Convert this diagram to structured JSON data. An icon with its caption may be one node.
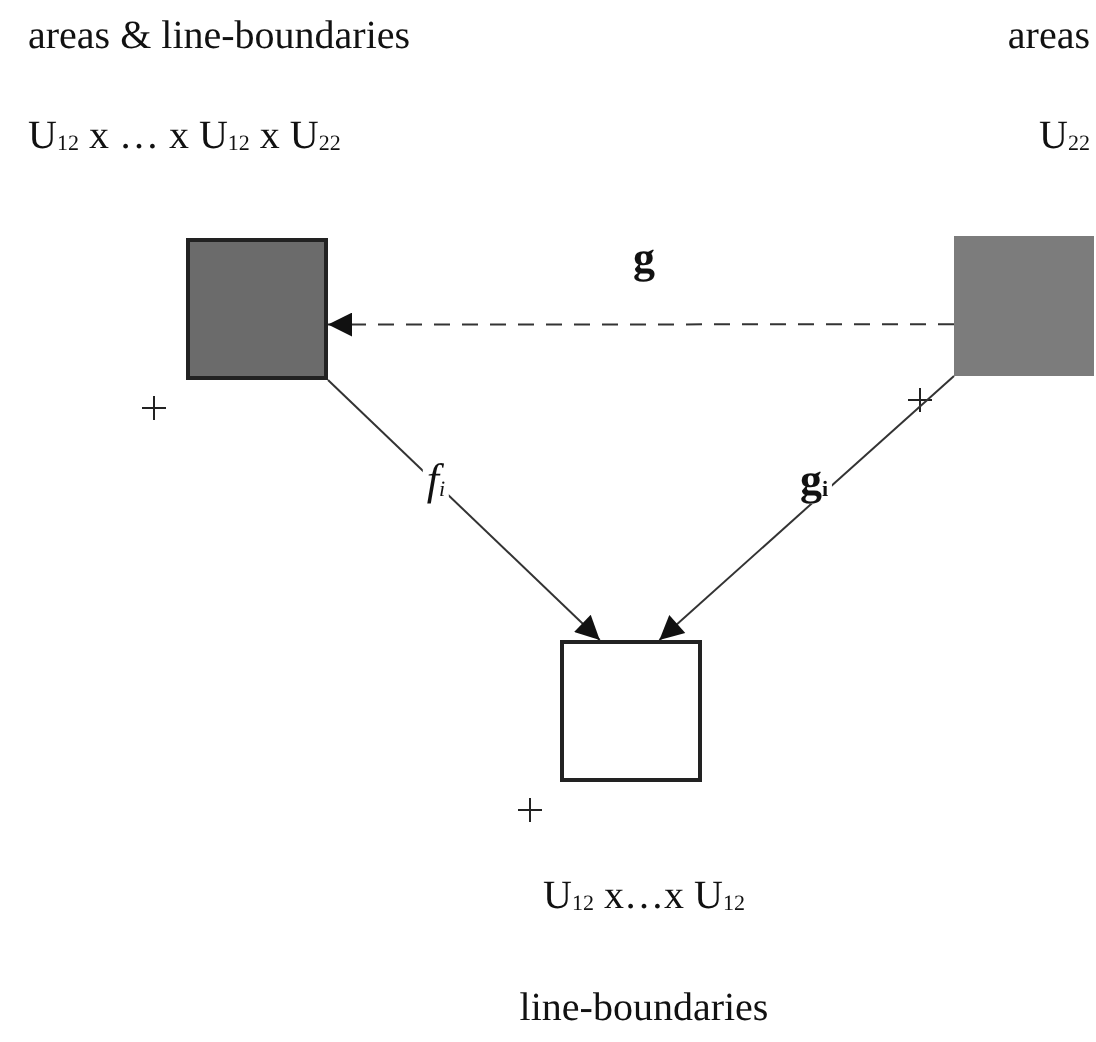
{
  "diagram": {
    "nodes": [
      {
        "text": [],
        "shape": "box",
        "beside": [
          "areas & line-boundaries",
          "U$_{12}$ x … x U$_{12}$ x U$_{22}$"
        ]
      },
      {
        "text": [],
        "shape": "box",
        "beside": [
          "areas",
          "U$_{22}$"
        ]
      },
      {
        "text": [],
        "shape": "box",
        "beside": [
          "U$_{12}$ x…x U$_{12}$",
          "line-boundaries"
        ]
      }
    ],
    "edges": [
      {
        "from": 1,
        "to": 0,
        "arrow": "to",
        "label": "g",
        "style": "dashed"
      },
      {
        "from": 0,
        "to": 2,
        "arrow": "to",
        "label": "f$_{i}$"
      },
      {
        "from": 1,
        "to": 2,
        "arrow": "to",
        "label": "g$_{i}$"
      }
    ]
  }
}
